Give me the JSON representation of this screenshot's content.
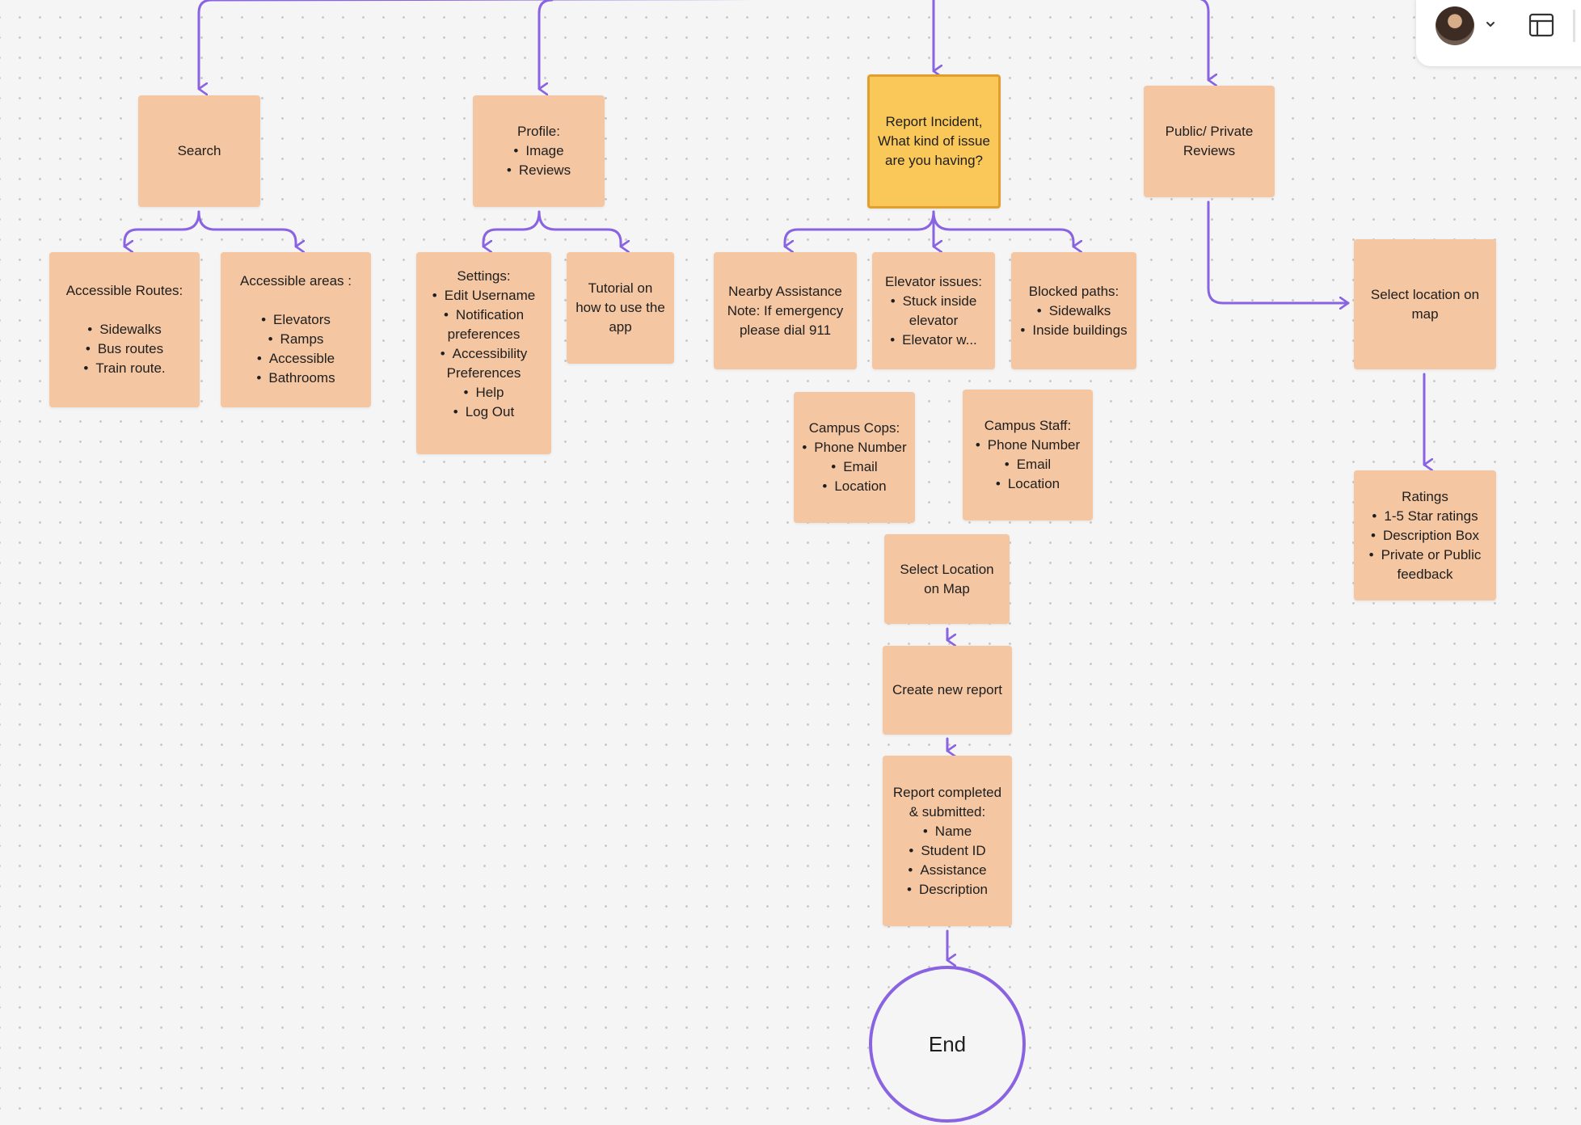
{
  "toolbar": {
    "avatar_icon": "user-avatar",
    "menu_icon": "chevron-down-icon",
    "layout_icon": "layout-panel-icon"
  },
  "colors": {
    "card": "#f4c6a2",
    "highlight_card": "#fac858",
    "connector": "#8a63e3",
    "canvas": "#f5f5f5"
  },
  "nodes": {
    "search": {
      "title": "Search"
    },
    "accessible_routes": {
      "title": "Accessible Routes:",
      "items": [
        "Sidewalks",
        "Bus routes",
        "Train route."
      ]
    },
    "accessible_areas": {
      "title": "Accessible areas :",
      "items": [
        "Elevators",
        "Ramps",
        "Accessible",
        "Bathrooms"
      ]
    },
    "profile": {
      "title": "Profile:",
      "items": [
        "Image",
        "Reviews"
      ]
    },
    "settings": {
      "title": "Settings:",
      "items": [
        "Edit Username",
        "Notification preferences",
        "Accessibility Preferences",
        "Help",
        "Log Out"
      ]
    },
    "tutorial": {
      "title": "Tutorial on how to use the app"
    },
    "report_incident": {
      "title": "Report Incident, What kind of issue are you having?"
    },
    "nearby_assistance": {
      "title": "Nearby Assistance Note: If emergency please dial 911"
    },
    "elevator_issues": {
      "title": "Elevator issues:",
      "items": [
        "Stuck inside elevator",
        "Elevator w..."
      ]
    },
    "blocked_paths": {
      "title": "Blocked paths:",
      "items": [
        "Sidewalks",
        "Inside buildings"
      ]
    },
    "campus_cops": {
      "title": "Campus Cops:",
      "items": [
        "Phone Number",
        "Email",
        "Location"
      ]
    },
    "campus_staff": {
      "title": "Campus Staff:",
      "items": [
        "Phone Number",
        "Email",
        "Location"
      ]
    },
    "select_location_map": {
      "title": "Select Location on Map"
    },
    "create_report": {
      "title": "Create new report"
    },
    "report_completed": {
      "title": "Report completed & submitted:",
      "items": [
        "Name",
        "Student ID",
        "Assistance",
        "Description"
      ]
    },
    "public_private_reviews": {
      "title": "Public/ Private Reviews"
    },
    "select_location_on_map": {
      "title": "Select location on map"
    },
    "ratings": {
      "title": "Ratings",
      "items": [
        "1-5 Star ratings",
        "Description Box",
        "Private or Public feedback"
      ]
    },
    "end": {
      "title": "End"
    }
  }
}
